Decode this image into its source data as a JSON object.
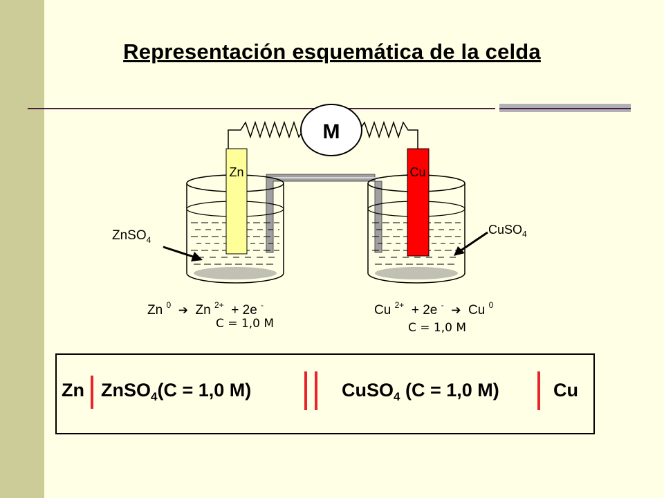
{
  "title": "Representación esquemática de la celda",
  "meter": {
    "label": "M"
  },
  "anode": {
    "label": "Zn",
    "color": "#FFFF99"
  },
  "cathode": {
    "label": "Cu",
    "color": "#FF0000"
  },
  "left_solution": {
    "label": "ZnSO",
    "sub": "4"
  },
  "right_solution": {
    "label": "CuSO",
    "sub": "4"
  },
  "left_reaction": {
    "reactant": "Zn",
    "reactant_sup": "0",
    "arrow": "➔",
    "product": "Zn",
    "product_sup": "2+",
    "electrons": "+ 2e",
    "electrons_sup": "-",
    "concentration": "C = 1,0 M"
  },
  "right_reaction": {
    "reactant": "Cu",
    "reactant_sup": "2+",
    "electrons": "+ 2e",
    "electrons_sup": "-",
    "arrow": "➔",
    "product": "Cu",
    "product_sup": "0",
    "concentration": "C = 1,0 M"
  },
  "notation": {
    "anode": "Zn",
    "left_sol": "ZnSO",
    "left_sub": "4",
    "left_conc": "(C = 1,0 M)",
    "right_sol": "CuSO",
    "right_sub": "4",
    "right_conc": "(C = 1,0 M)",
    "cathode": "Cu"
  },
  "colors": {
    "background": "#FFFFE5",
    "sidebar": "#CCCC99",
    "phase_boundary": "#E8232B",
    "salt_bridge": "#999999",
    "rule": "#4B1E3C"
  }
}
